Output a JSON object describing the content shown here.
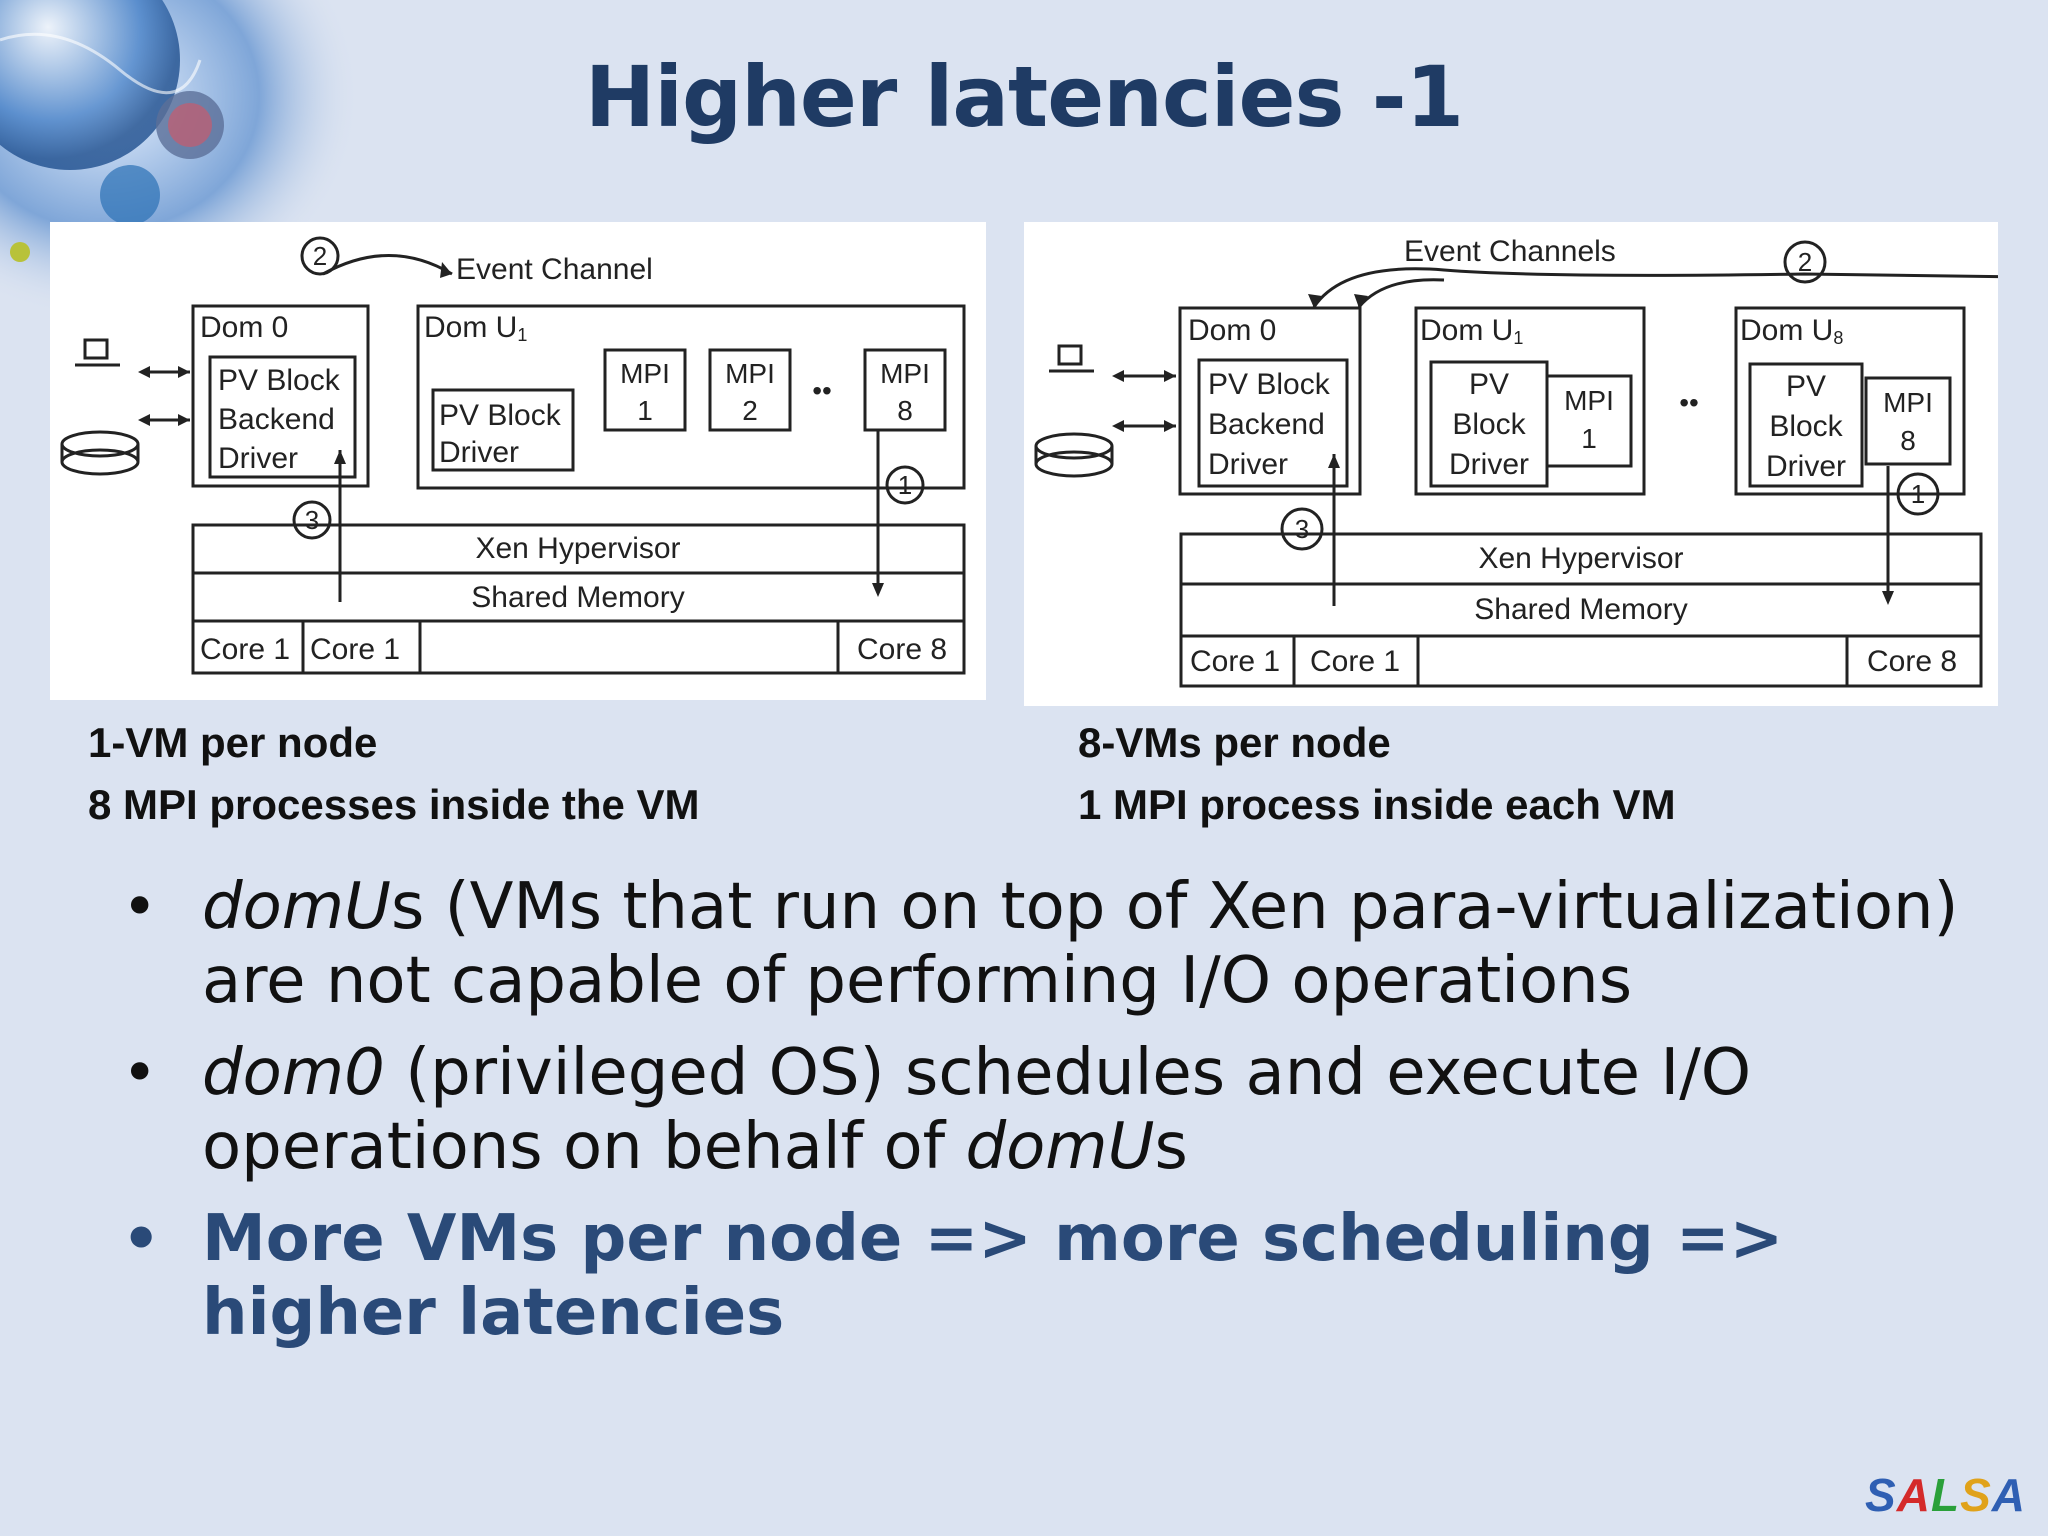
{
  "title": "Higher latencies -1",
  "diagram_left": {
    "event_label": "Event Channel",
    "dom0": "Dom 0",
    "pv_backend": [
      "PV Block",
      "Backend",
      "Driver"
    ],
    "domu": "Dom U",
    "domu_sub": "1",
    "pv_driver": [
      "PV Block",
      "Driver"
    ],
    "mpi": [
      {
        "label": "MPI",
        "num": "1"
      },
      {
        "label": "MPI",
        "num": "2"
      },
      {
        "label": "MPI",
        "num": "8"
      }
    ],
    "ellipsis": "••",
    "hypervisor": "Xen Hypervisor",
    "shared_memory": "Shared Memory",
    "cores": [
      "Core 1",
      "Core 1",
      "Core 8"
    ],
    "steps": [
      "1",
      "2",
      "3"
    ]
  },
  "diagram_right": {
    "event_label": "Event Channels",
    "dom0": "Dom 0",
    "pv_backend": [
      "PV Block",
      "Backend",
      "Driver"
    ],
    "domu1": "Dom U",
    "domu1_sub": "1",
    "domu8": "Dom U",
    "domu8_sub": "8",
    "pv_driver": [
      "PV",
      "Block",
      "Driver"
    ],
    "mpi1": {
      "label": "MPI",
      "num": "1"
    },
    "mpi8": {
      "label": "MPI",
      "num": "8"
    },
    "ellipsis": "••",
    "hypervisor": "Xen Hypervisor",
    "shared_memory": "Shared Memory",
    "cores": [
      "Core 1",
      "Core 1",
      "Core 8"
    ],
    "steps": [
      "1",
      "2",
      "3"
    ]
  },
  "caption_left": [
    "1-VM per node",
    "8 MPI processes inside the VM"
  ],
  "caption_right": [
    "8-VMs per node",
    "1 MPI process inside each VM"
  ],
  "bullets": {
    "b1": {
      "em": "domU",
      "rest": "s (VMs that run on top of Xen para-virtualization) are not capable of performing I/O operations"
    },
    "b2": {
      "em": "dom0",
      "mid": " (privileged OS) schedules and execute I/O operations on behalf of ",
      "em2": "domU",
      "end": "s"
    },
    "b3": "More VMs per node => more scheduling => higher latencies",
    "marker": "•"
  },
  "logo": {
    "letters": [
      "S",
      "A",
      "L",
      "S",
      "A"
    ],
    "colors": [
      "#2f5fb3",
      "#d42a2a",
      "#2aa03a",
      "#e0a21a",
      "#2f5fb3"
    ]
  }
}
